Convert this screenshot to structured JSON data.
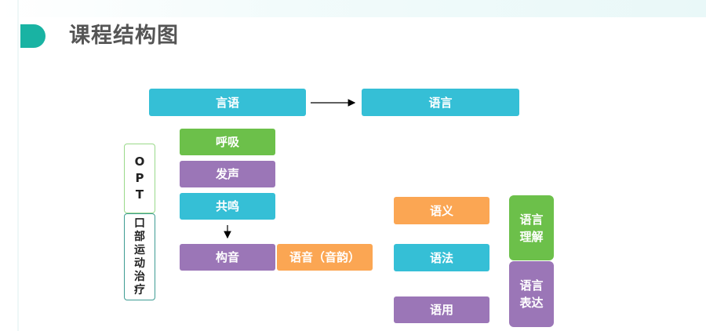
{
  "header": {
    "title": "课程结构图"
  },
  "diagram": {
    "top_left": "言语",
    "top_right": "语言",
    "speech_steps": [
      "呼吸",
      "发声",
      "共鸣",
      "构音"
    ],
    "prosody": "语音（音韵）",
    "opt": [
      "O",
      "P",
      "T"
    ],
    "oral_therapy": [
      "口",
      "部",
      "运",
      "动",
      "治",
      "疗"
    ],
    "language_parts": [
      "语义",
      "语法",
      "语用"
    ],
    "comprehension": [
      "语言",
      "理解"
    ],
    "expression": [
      "语言",
      "表达"
    ]
  },
  "colors": {
    "teal": "#35bfd6",
    "green": "#6cc04a",
    "purple": "#9b76b7",
    "orange": "#fba653",
    "brand": "#19b3a3"
  }
}
